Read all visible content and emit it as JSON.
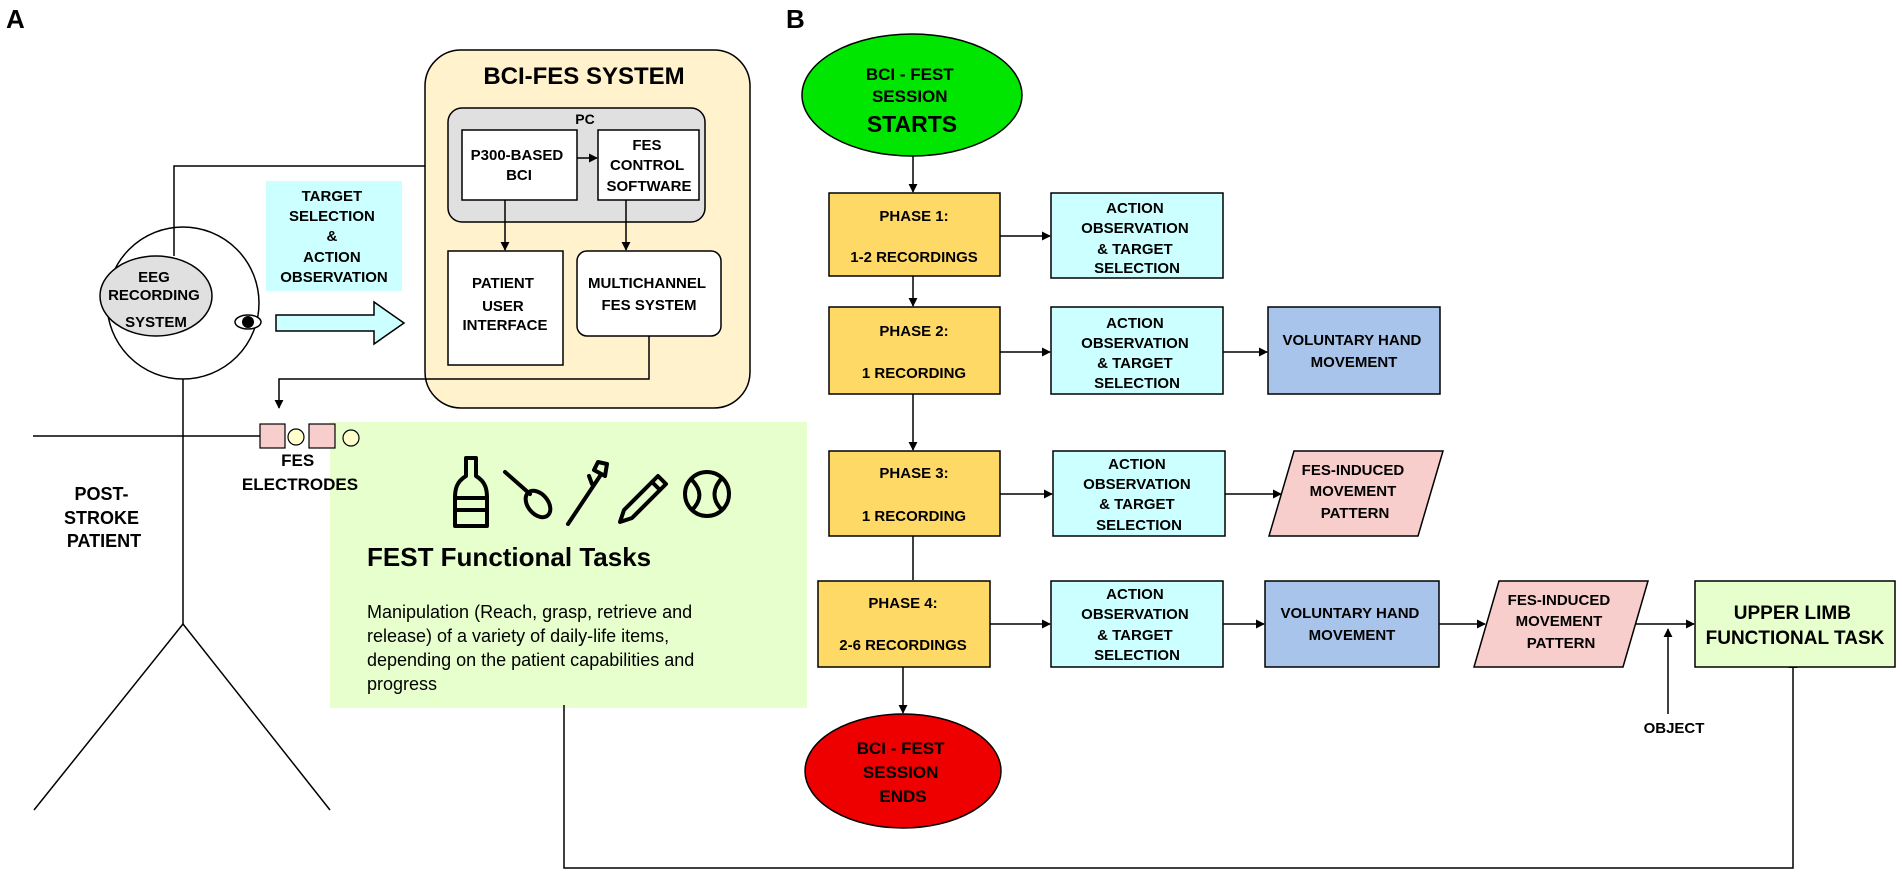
{
  "panel_labels": {
    "a": "A",
    "b": "B"
  },
  "panel_a": {
    "system_title": "BCI-FES SYSTEM",
    "pc_label": "PC",
    "p300_bci": [
      "P300-BASED",
      "BCI"
    ],
    "fes_control": [
      "FES",
      "CONTROL",
      "SOFTWARE"
    ],
    "patient_ui": [
      "PATIENT",
      "USER",
      "INTERFACE"
    ],
    "multichannel_fes": [
      "MULTICHANNEL",
      "FES SYSTEM"
    ],
    "eeg_recording": [
      "EEG",
      "RECORDING",
      "SYSTEM"
    ],
    "target_selection": [
      "TARGET",
      "SELECTION",
      "&",
      "ACTION",
      "OBSERVATION"
    ],
    "fes_electrodes": [
      "FES",
      "ELECTRODES"
    ],
    "patient_label": [
      "POST-",
      "STROKE",
      "PATIENT"
    ],
    "fest_title": "FEST Functional Tasks",
    "fest_desc": [
      "Manipulation (Reach, grasp, retrieve and",
      "release) of a variety of daily-life items,",
      "depending on the patient capabilities and",
      "progress"
    ],
    "task_icons": [
      "bottle-icon",
      "spoon-icon",
      "toothbrush-icon",
      "pencil-icon",
      "ball-icon"
    ]
  },
  "panel_b": {
    "session_start": [
      "BCI - FEST",
      "SESSION",
      "STARTS"
    ],
    "session_end": [
      "BCI - FEST",
      "SESSION",
      "ENDS"
    ],
    "phase1": {
      "title": "PHASE 1:",
      "sub": "1-2 RECORDINGS"
    },
    "phase2": {
      "title": "PHASE 2:",
      "sub": "1 RECORDING"
    },
    "phase3": {
      "title": "PHASE 3:",
      "sub": "1 RECORDING"
    },
    "phase4": {
      "title": "PHASE 4:",
      "sub": "2-6 RECORDINGS"
    },
    "action_obs": [
      "ACTION",
      "OBSERVATION",
      "& TARGET",
      "SELECTION"
    ],
    "voluntary": [
      "VOLUNTARY HAND",
      "MOVEMENT"
    ],
    "fes_induced": [
      "FES-INDUCED",
      "MOVEMENT",
      "PATTERN"
    ],
    "upper_limb": [
      "UPPER LIMB",
      "FUNCTIONAL TASK"
    ],
    "object_label": "OBJECT"
  },
  "colors": {
    "start_green": "#00e600",
    "end_red": "#ee0000",
    "phase_orange": "#ffd966",
    "action_cyan": "#ccffff",
    "voluntary_blue": "#a9c4eb",
    "fes_pink": "#f8cecc",
    "upper_green": "#e6ffcc",
    "system_beige": "#fff2cc",
    "pc_gray": "#e0e0e0",
    "fest_green": "#e6ffcc"
  }
}
